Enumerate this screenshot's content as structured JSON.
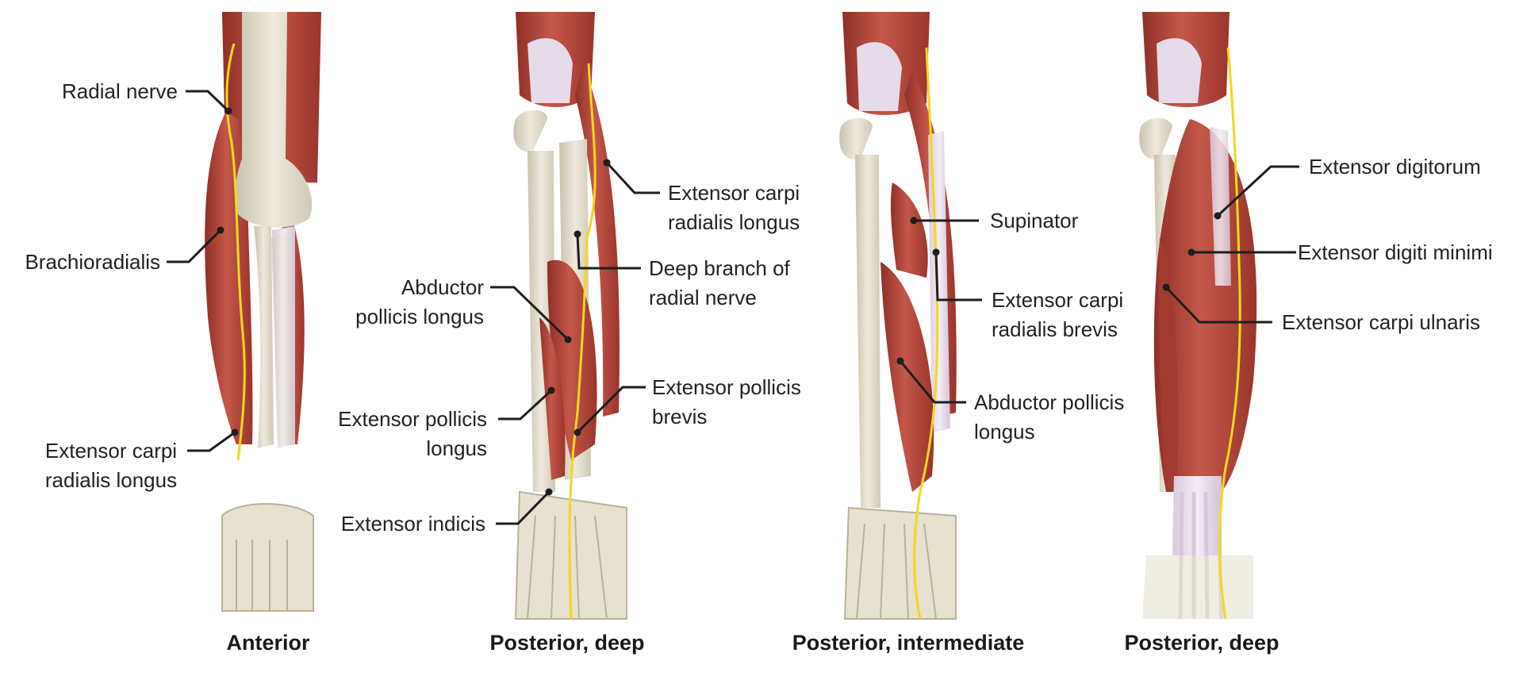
{
  "panels": [
    {
      "caption": "Anterior",
      "labels": {
        "radial_nerve": "Radial nerve",
        "brachioradialis": "Brachioradialis",
        "ecrl": [
          "Extensor carpi",
          "radialis longus"
        ]
      }
    },
    {
      "caption": "Posterior, deep",
      "labels": {
        "ecrl": [
          "Extensor carpi",
          "radialis longus"
        ],
        "deep_branch": [
          "Deep branch of",
          "radial nerve"
        ],
        "apl": [
          "Abductor",
          "pollicis longus"
        ],
        "epl": [
          "Extensor pollicis",
          "longus"
        ],
        "epb": [
          "Extensor pollicis",
          "brevis"
        ],
        "ext_indicis": "Extensor indicis"
      }
    },
    {
      "caption": "Posterior, intermediate",
      "labels": {
        "supinator": "Supinator",
        "ecrb": [
          "Extensor carpi",
          "radialis brevis"
        ],
        "apl": [
          "Abductor pollicis",
          "longus"
        ]
      }
    },
    {
      "caption": "Posterior, deep",
      "labels": {
        "ext_digitorum": "Extensor digitorum",
        "ext_digiti_minimi": "Extensor digiti minimi",
        "ecu": "Extensor carpi ulnaris"
      }
    }
  ],
  "colors": {
    "muscle": "#b8453a",
    "muscle_dark": "#8e2f27",
    "bone": "#e6e1d1",
    "tendon": "#ece4ef",
    "nerve": "#f2d81f",
    "leader": "#1e1e1e"
  }
}
